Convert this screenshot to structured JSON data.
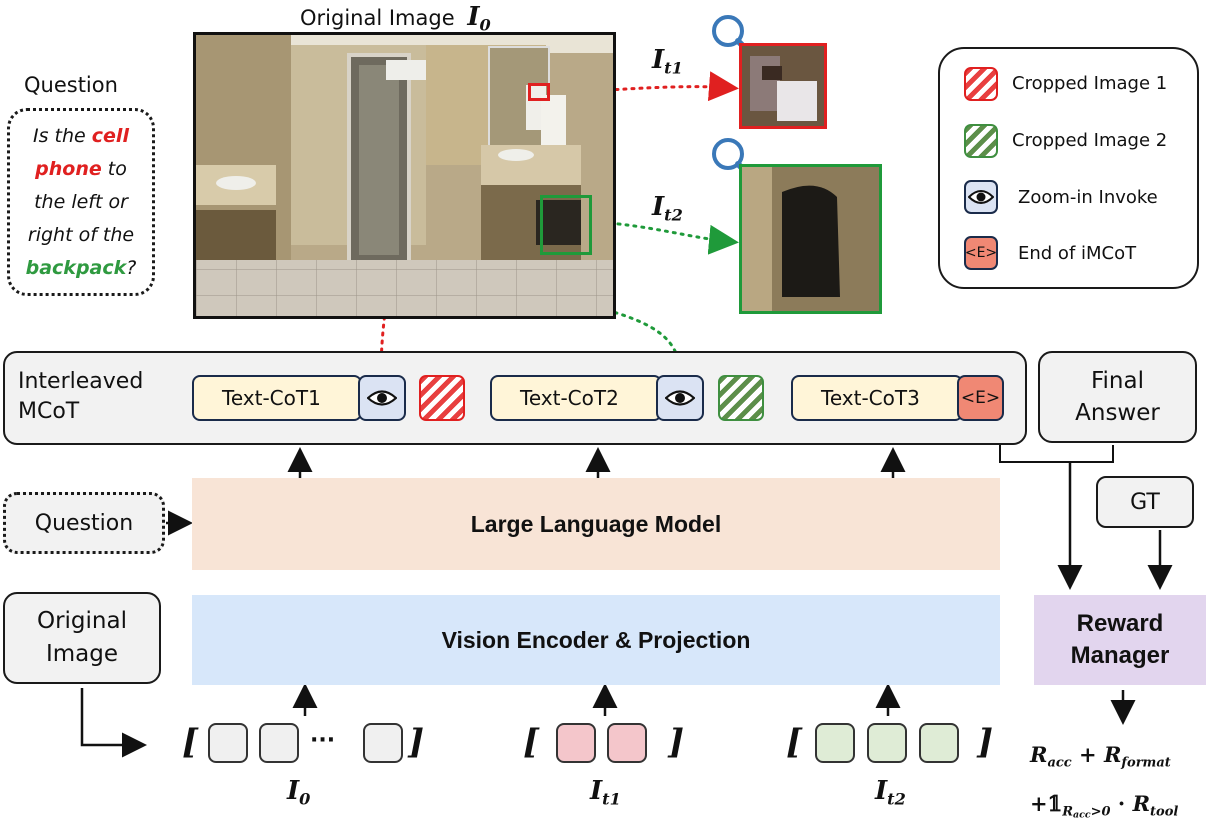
{
  "colors": {
    "red": "#e02020",
    "green": "#2f9a40",
    "llm_band": "#f8e4d6",
    "vision_band": "#d7e7fa",
    "reward_box": "#e2d5ee",
    "text_cot": "#fff5d8",
    "eye_bg": "#dbe3f3",
    "end_bg": "#f08874"
  },
  "image_title": {
    "text": "Original Image",
    "symbol": "I",
    "sub": "0"
  },
  "crop_labels": [
    {
      "symbol": "I",
      "sub": "t1"
    },
    {
      "symbol": "I",
      "sub": "t2"
    }
  ],
  "question": {
    "title": "Question",
    "parts": [
      {
        "text": "Is the "
      },
      {
        "text": "cell",
        "color": "red",
        "bold": true
      },
      {
        "text": " "
      },
      {
        "text": "phone",
        "color": "red",
        "bold": true
      },
      {
        "text": " to the left or right of the "
      },
      {
        "text": "backpack",
        "color": "green",
        "bold": true
      },
      {
        "text": "?"
      }
    ]
  },
  "legend": [
    {
      "label": "Cropped Image 1",
      "icon": "red-hatch-swatch"
    },
    {
      "label": "Cropped Image 2",
      "icon": "green-hatch-swatch"
    },
    {
      "label": "Zoom-in Invoke",
      "icon": "eye-icon"
    },
    {
      "label": "End of iMCoT",
      "icon": "end-token-icon"
    }
  ],
  "mcot": {
    "label_line1": "Interleaved",
    "label_line2": "MCoT",
    "steps": [
      "Text-CoT1",
      "Text-CoT2",
      "Text-CoT3"
    ],
    "end_token": "<E>"
  },
  "final_answer": {
    "line1": "Final",
    "line2": "Answer"
  },
  "question_box": "Question",
  "llm": "Large Language Model",
  "vision": "Vision Encoder & Projection",
  "original_image_box": {
    "line1": "Original",
    "line2": "Image"
  },
  "gt": "GT",
  "reward": {
    "line1": "Reward",
    "line2": "Manager"
  },
  "tokens": {
    "ellipsis": "···",
    "labels": [
      {
        "symbol": "I",
        "sub": "0"
      },
      {
        "symbol": "I",
        "sub": "t1"
      },
      {
        "symbol": "I",
        "sub": "t2"
      }
    ]
  },
  "reward_formula": {
    "line1": [
      {
        "t": "R",
        "s": "acc"
      },
      {
        "op": " + "
      },
      {
        "t": "R",
        "s": "format"
      }
    ],
    "line2": [
      {
        "op": "+𝟙"
      },
      {
        "s": "R"
      },
      {
        "s2": "acc"
      },
      {
        "s": ">0"
      },
      {
        "op": " · "
      },
      {
        "t": "R",
        "s": "tool"
      }
    ]
  }
}
